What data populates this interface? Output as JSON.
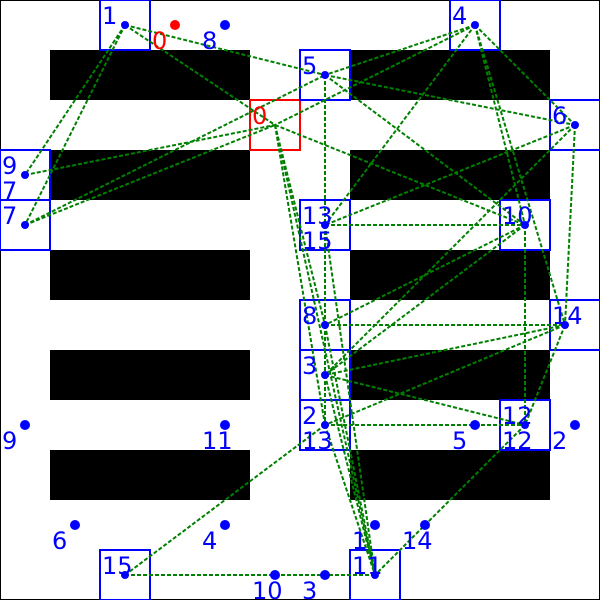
{
  "colors": {
    "background": "#ffffff",
    "border": "#000000",
    "obstacle": "#000000",
    "node": "#0000ff",
    "start": "#ff0000",
    "edge": "#008000"
  },
  "obstacles": [
    {
      "name": "left-bar-1"
    },
    {
      "name": "left-bar-2"
    },
    {
      "name": "left-bar-3"
    },
    {
      "name": "left-bar-4"
    },
    {
      "name": "left-bar-5"
    },
    {
      "name": "right-bar-1"
    },
    {
      "name": "right-bar-2"
    },
    {
      "name": "right-bar-3"
    },
    {
      "name": "right-bar-4"
    },
    {
      "name": "right-bar-5"
    }
  ],
  "start_box": {
    "label": "0"
  },
  "start_point": {
    "label": "0"
  },
  "boxes": [
    {
      "label": "1"
    },
    {
      "label": "4"
    },
    {
      "label": "5"
    },
    {
      "label": "6"
    },
    {
      "label": "9"
    },
    {
      "label": "7"
    },
    {
      "label": "7"
    },
    {
      "label": "13"
    },
    {
      "label": "15"
    },
    {
      "label": "10"
    },
    {
      "label": "8"
    },
    {
      "label": "14"
    },
    {
      "label": "3"
    },
    {
      "label": "2"
    },
    {
      "label": "13"
    },
    {
      "label": "12"
    },
    {
      "label": "12"
    },
    {
      "label": "15"
    },
    {
      "label": "11"
    }
  ],
  "points": [
    {
      "label": "8"
    },
    {
      "label": "9"
    },
    {
      "label": "11"
    },
    {
      "label": "5"
    },
    {
      "label": "2"
    },
    {
      "label": "6"
    },
    {
      "label": "4"
    },
    {
      "label": "1"
    },
    {
      "label": "14"
    },
    {
      "label": "10"
    },
    {
      "label": "3"
    }
  ],
  "edges": [
    {
      "from": "n1",
      "to": "n5"
    },
    {
      "from": "n1",
      "to": "n0"
    },
    {
      "from": "n1",
      "to": "n9"
    },
    {
      "from": "n1",
      "to": "n7"
    },
    {
      "from": "n9",
      "to": "n0"
    },
    {
      "from": "n7",
      "to": "n0"
    },
    {
      "from": "n7",
      "to": "n5"
    },
    {
      "from": "n4",
      "to": "n5"
    },
    {
      "from": "n4",
      "to": "n6"
    },
    {
      "from": "n4",
      "to": "n10"
    },
    {
      "from": "n4",
      "to": "n13"
    },
    {
      "from": "n4",
      "to": "n0"
    },
    {
      "from": "n4",
      "to": "n14"
    },
    {
      "from": "n5",
      "to": "n6"
    },
    {
      "from": "n5",
      "to": "n10"
    },
    {
      "from": "n5",
      "to": "n13"
    },
    {
      "from": "n0",
      "to": "n10"
    },
    {
      "from": "n0",
      "to": "n2"
    },
    {
      "from": "n0",
      "to": "n11"
    },
    {
      "from": "n0",
      "to": "n8"
    },
    {
      "from": "n6",
      "to": "n13"
    },
    {
      "from": "n6",
      "to": "n14"
    },
    {
      "from": "n6",
      "to": "n3"
    },
    {
      "from": "n13",
      "to": "n10"
    },
    {
      "from": "n13",
      "to": "n8"
    },
    {
      "from": "n13",
      "to": "n11"
    },
    {
      "from": "n10",
      "to": "n8"
    },
    {
      "from": "n10",
      "to": "n12"
    },
    {
      "from": "n10",
      "to": "n3"
    },
    {
      "from": "n8",
      "to": "n14"
    },
    {
      "from": "n8",
      "to": "n3"
    },
    {
      "from": "n8",
      "to": "n11"
    },
    {
      "from": "n14",
      "to": "n3"
    },
    {
      "from": "n14",
      "to": "n12"
    },
    {
      "from": "n14",
      "to": "n2"
    },
    {
      "from": "n3",
      "to": "n12"
    },
    {
      "from": "n3",
      "to": "n2"
    },
    {
      "from": "n3",
      "to": "n11"
    },
    {
      "from": "n2",
      "to": "n12"
    },
    {
      "from": "n2",
      "to": "n15"
    },
    {
      "from": "n2",
      "to": "n11"
    },
    {
      "from": "n12",
      "to": "n11"
    },
    {
      "from": "n15",
      "to": "n11"
    }
  ]
}
